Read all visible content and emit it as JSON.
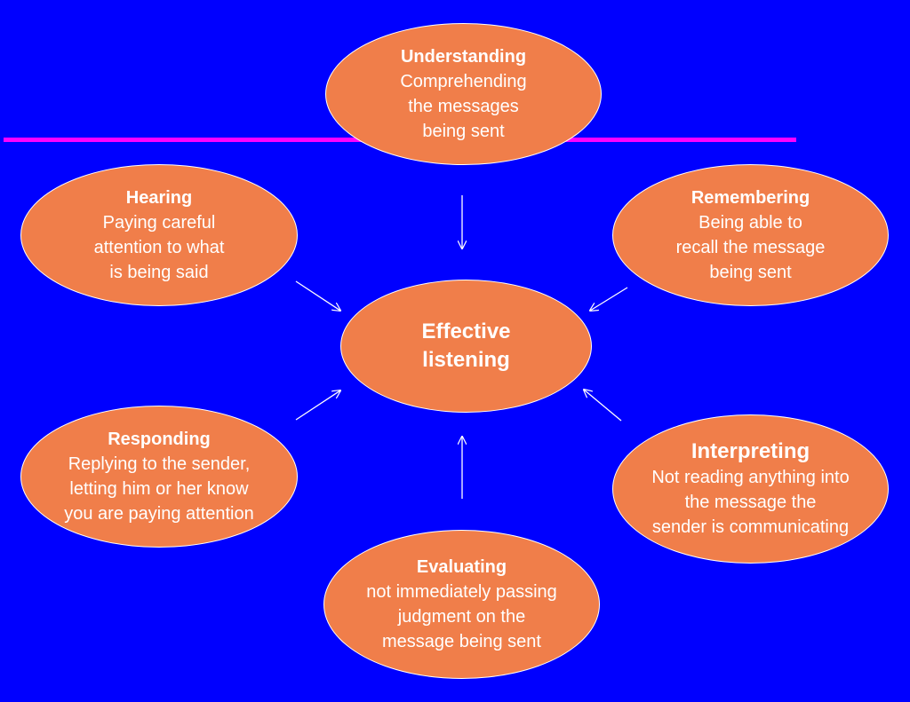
{
  "colors": {
    "background": "#0000FF",
    "divider": "#FF00FF",
    "node_fill": "#F07E4A",
    "node_border": "#FFFFFF",
    "text": "#FFFFFF"
  },
  "center": {
    "title": "Effective\nlistening"
  },
  "nodes": {
    "understanding": {
      "title": "Understanding",
      "desc": "Comprehending\nthe messages\nbeing sent"
    },
    "hearing": {
      "title": "Hearing",
      "desc": "Paying careful\nattention to what\nis being said"
    },
    "remembering": {
      "title": "Remembering",
      "desc": "Being able to\nrecall the message\nbeing sent"
    },
    "responding": {
      "title": "Responding",
      "desc": "Replying to the sender,\nletting him or her know\nyou are paying attention"
    },
    "interpreting": {
      "title": "Interpreting",
      "desc": "Not reading anything into\nthe message the\nsender is communicating"
    },
    "evaluating": {
      "title": "Evaluating",
      "desc": "not immediately passing\njudgment on the\nmessage being sent"
    }
  }
}
